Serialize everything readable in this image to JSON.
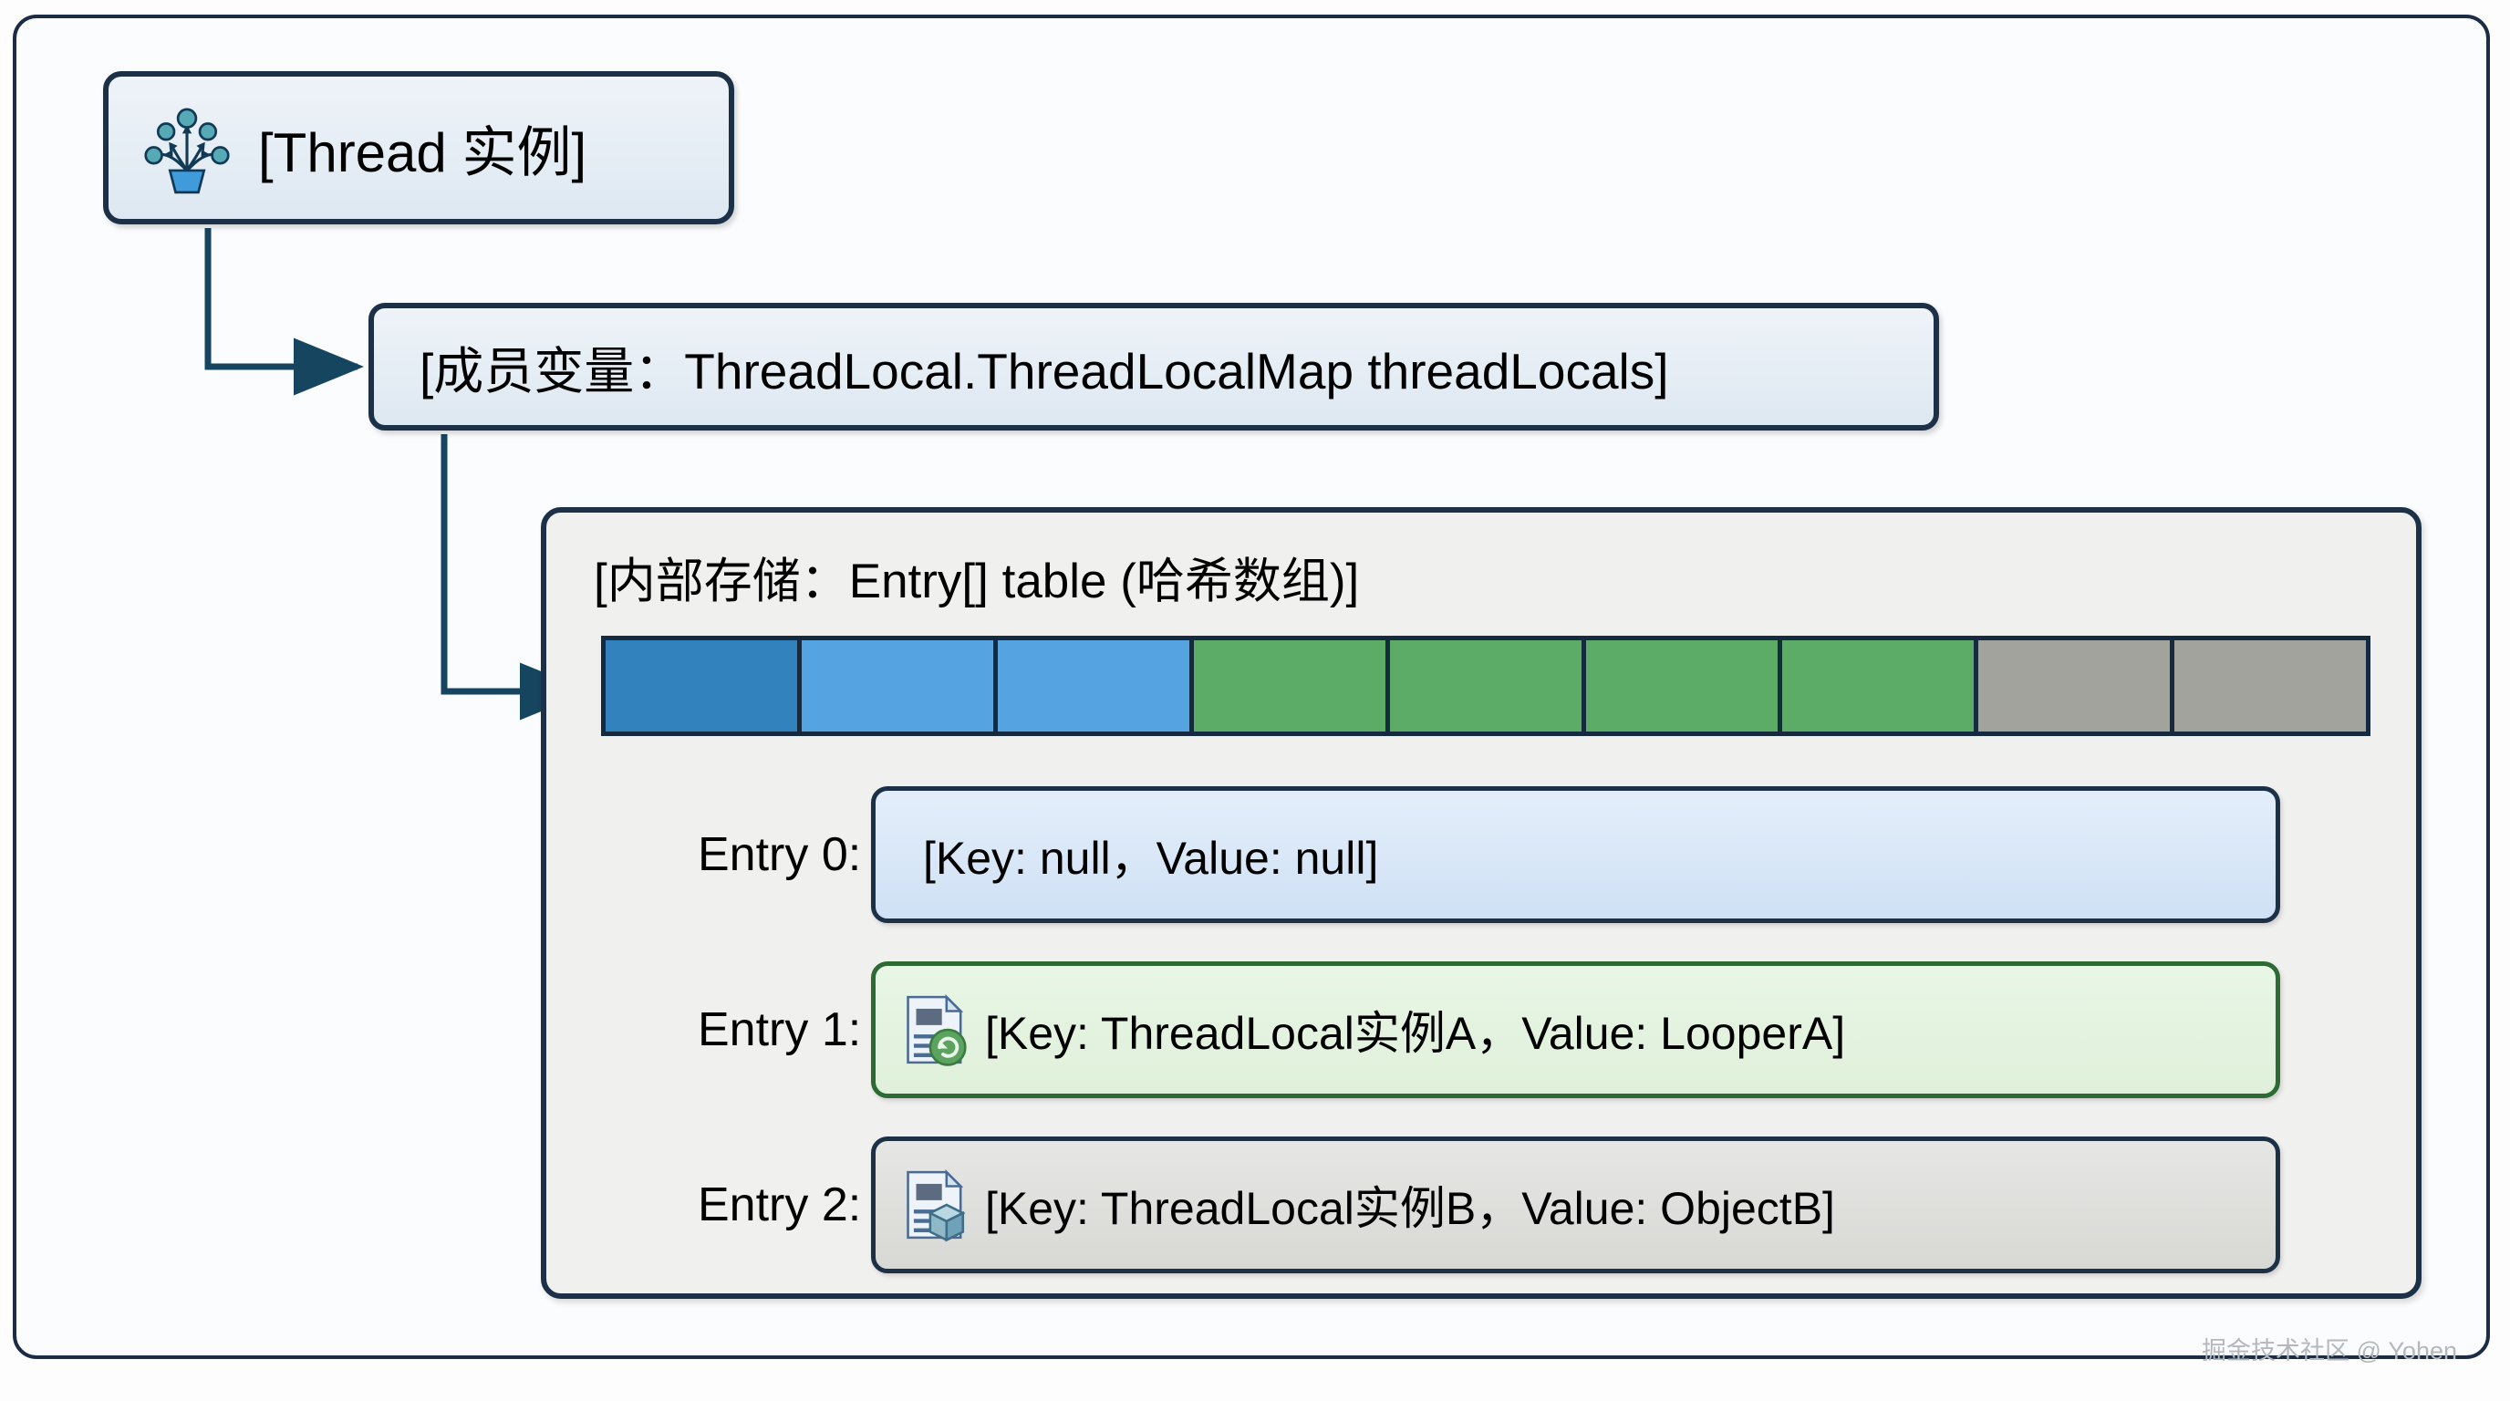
{
  "diagram": {
    "nodes": {
      "thread": {
        "label": "[Thread 实例]",
        "icon": "thread-plant-icon"
      },
      "member_variable": {
        "label": "[成员变量：ThreadLocal.ThreadLocalMap threadLocals]"
      },
      "map_container": {
        "title": "[内部存储：Entry[] table (哈希数组)]"
      }
    },
    "hash_array": {
      "cell_count": 9,
      "cells": [
        {
          "index": 0,
          "color": "#3182bd",
          "state": "occupied-head"
        },
        {
          "index": 1,
          "color": "#56a3e2",
          "state": "occupied"
        },
        {
          "index": 2,
          "color": "#56a3e2",
          "state": "occupied"
        },
        {
          "index": 3,
          "color": "#5cac67",
          "state": "occupied"
        },
        {
          "index": 4,
          "color": "#5cac67",
          "state": "occupied"
        },
        {
          "index": 5,
          "color": "#5cac67",
          "state": "occupied"
        },
        {
          "index": 6,
          "color": "#5cac67",
          "state": "occupied"
        },
        {
          "index": 7,
          "color": "#a3a39d",
          "state": "empty"
        },
        {
          "index": 8,
          "color": "#a3a39d",
          "state": "empty"
        }
      ]
    },
    "entries": [
      {
        "label": "Entry 0:",
        "text": "[Key: null，Value: null]",
        "style": "blue",
        "icon": null
      },
      {
        "label": "Entry 1:",
        "text": "[Key: ThreadLocal实例A，Value: LooperA]",
        "style": "green",
        "icon": "document-sync-icon"
      },
      {
        "label": "Entry 2:",
        "text": "[Key: ThreadLocal实例B，Value: ObjectB]",
        "style": "gray",
        "icon": "document-cube-icon"
      }
    ],
    "colors": {
      "border": "#1c3048",
      "frame": "#1b2c44",
      "connector": "#16455f",
      "container_bg": "#f0f0ef",
      "node_bg": "#e6eef6"
    }
  },
  "watermark": "掘金技术社区 @ Yohen"
}
